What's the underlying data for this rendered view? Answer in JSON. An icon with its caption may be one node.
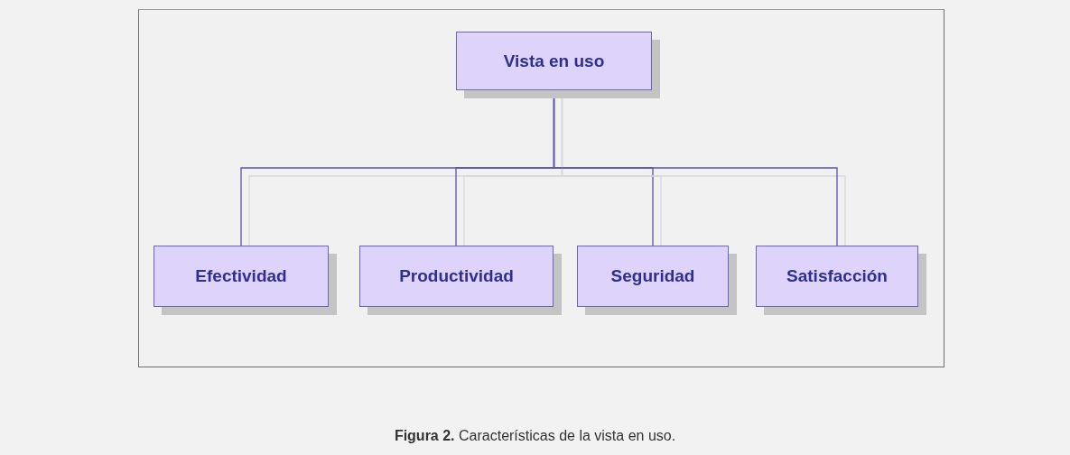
{
  "diagram": {
    "caption": "**Figura 2.** Características de la vista en uso.",
    "nodes": [
      {
        "text": [
          "Vista en uso"
        ]
      },
      {
        "text": [
          "Efectividad"
        ]
      },
      {
        "text": [
          "Productividad"
        ]
      },
      {
        "text": [
          "Seguridad"
        ]
      },
      {
        "text": [
          "Satisfacción"
        ]
      }
    ],
    "edges": [
      {
        "from": 0,
        "to": 1,
        "arrow": "none"
      },
      {
        "from": 0,
        "to": 2,
        "arrow": "none"
      },
      {
        "from": 0,
        "to": 3,
        "arrow": "none"
      },
      {
        "from": 0,
        "to": 4,
        "arrow": "none"
      }
    ]
  }
}
